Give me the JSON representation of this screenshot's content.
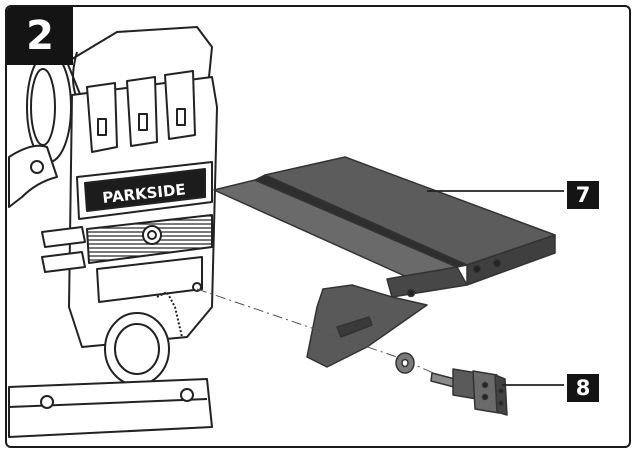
{
  "figure": {
    "number": "2",
    "brand_label": "PARKSIDE",
    "callouts": [
      {
        "id": "7",
        "label": "7"
      },
      {
        "id": "8",
        "label": "8"
      }
    ]
  },
  "colors": {
    "frame": "#1a1a1a",
    "badge_background": "#141414",
    "badge_text": "#ffffff",
    "table_surface": "#5c5c5c",
    "table_edge": "#3f3f3f",
    "machine_line": "#222222"
  }
}
